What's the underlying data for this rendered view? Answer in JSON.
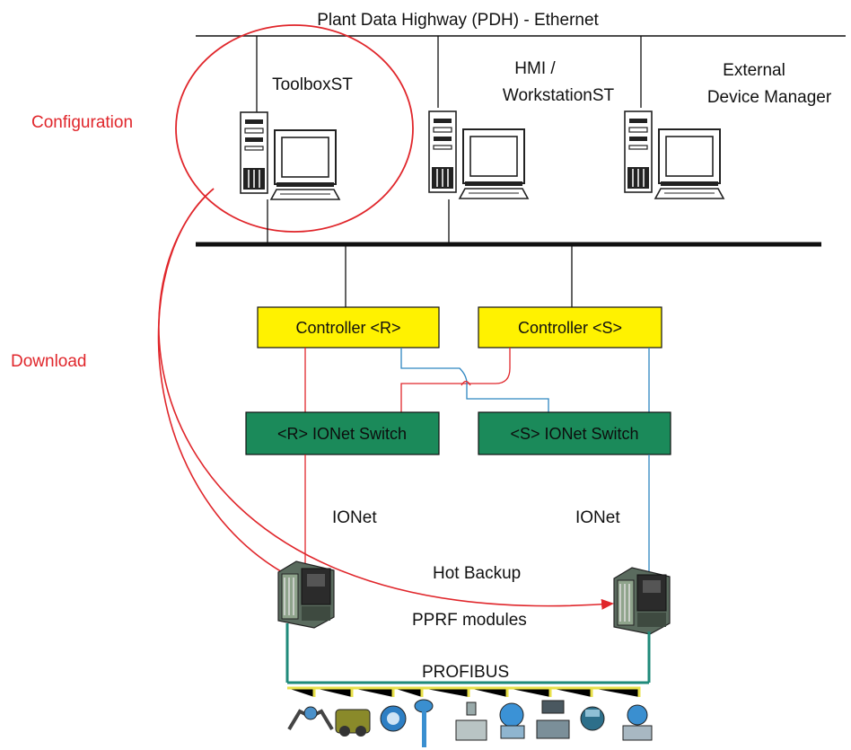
{
  "network": {
    "pdh_label": "Plant Data Highway (PDH) - Ethernet"
  },
  "workstations": {
    "toolbox": "ToolboxST",
    "hmi_line1": "HMI /",
    "hmi_line2": "WorkstationST",
    "edm_line1": "External",
    "edm_line2": "Device Manager"
  },
  "annotations": {
    "configuration": "Configuration",
    "download": "Download",
    "hot_backup": "Hot Backup",
    "pprf_modules": "PPRF modules",
    "ionet_left": "IONet",
    "ionet_right": "IONet",
    "profibus": "PROFIBUS"
  },
  "controllers": {
    "r_label": "Controller  <R>",
    "s_label": "Controller  <S>"
  },
  "switches": {
    "r_label": "<R>  IONet Switch",
    "s_label": "<S>  IONet Switch"
  },
  "colors": {
    "controller_fill": "#fff200",
    "switch_fill": "#1b8a5a",
    "red_path": "#e0262b",
    "blue_path": "#2e86c1",
    "profibus_bus": "#1f8a7a",
    "device_drop": "#e8e04a"
  },
  "field_devices": [
    "flow-meter-icon",
    "actuator-icon",
    "level-transmitter-icon",
    "temperature-probe-icon",
    "valve-icon",
    "pressure-transmitter-icon",
    "control-valve-icon",
    "analyzer-icon",
    "flow-transmitter-icon"
  ]
}
